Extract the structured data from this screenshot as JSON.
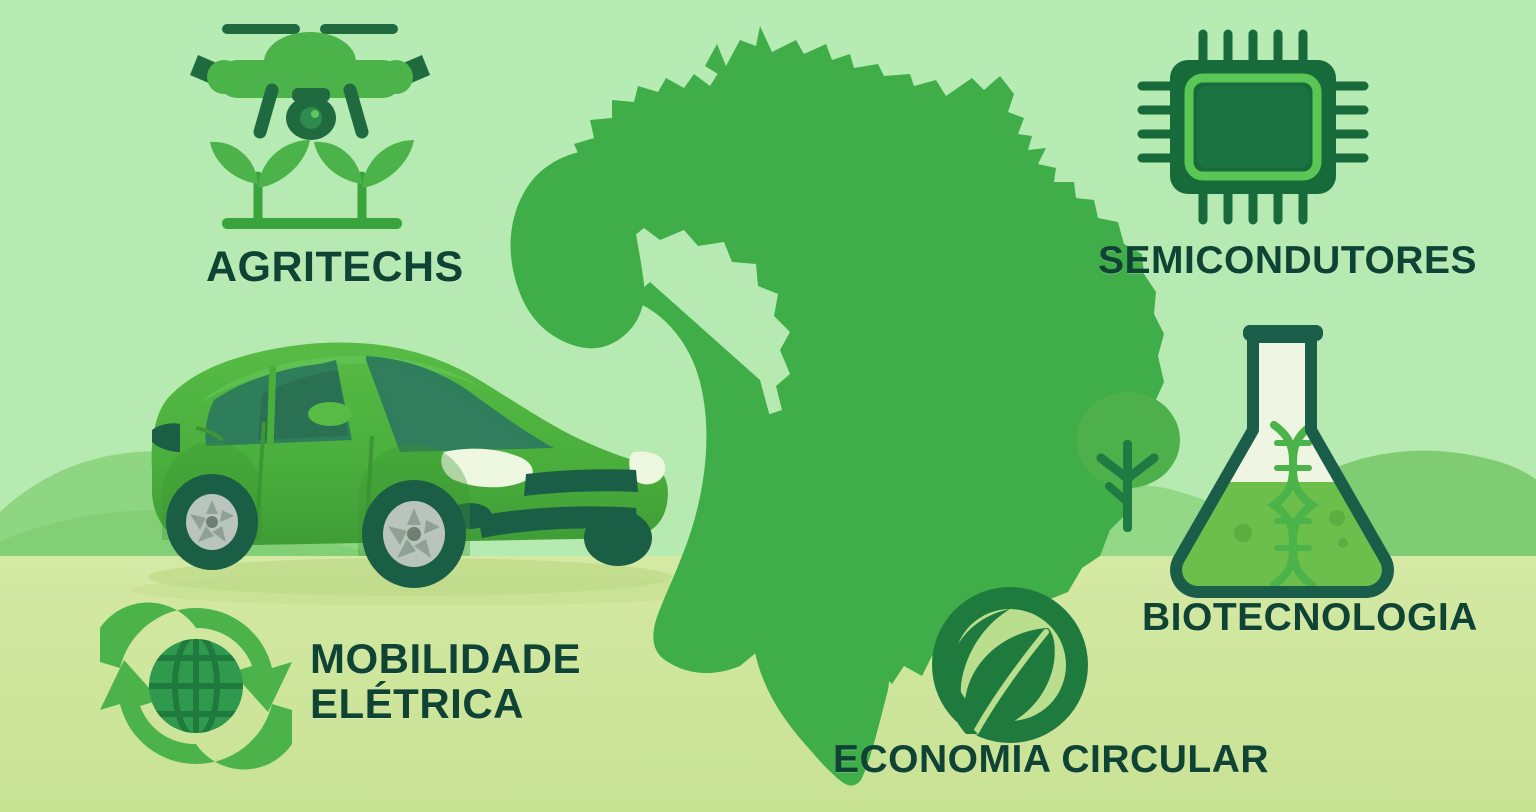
{
  "poster": {
    "title_hidden": "",
    "subject": "Brasil - setores de tecnologia verde",
    "map_region": "Brasil"
  },
  "palette": {
    "sky": "#b2e8b2",
    "ground": "#cde59a",
    "hill_back": "#8fd682",
    "hill_front": "#7fcc72",
    "map_green": "#3fae49",
    "icon_green": "#4cae4c",
    "icon_green_light": "#5cc65a",
    "icon_dark": "#176b3a",
    "text_dark": "#0f4434",
    "car_body": "#4caf3f",
    "car_dark": "#1b5e46",
    "glass": "#2e7d5b",
    "wheel_rim": "#b8c4bc",
    "headlight": "#eef7e0",
    "flask_liquid": "#6bbf4a",
    "flask_glass": "#eef5e2"
  },
  "labels": [
    {
      "id": "agritechs",
      "text": "AGRITECHS"
    },
    {
      "id": "semicondutores",
      "text": "SEMICONDUTORES"
    },
    {
      "id": "biotecnologia",
      "text": "BIOTECNOLOGIA"
    },
    {
      "id": "economia_circular",
      "text": "ECONOMIA CIRCULAR"
    },
    {
      "id": "mobilidade",
      "text": "MOBILIDADE\nELÉTRICA"
    }
  ],
  "icons": [
    {
      "id": "drone-plants-icon",
      "name": "drone-with-seedlings-icon",
      "label": "AGRITECHS"
    },
    {
      "id": "chip-icon",
      "name": "microchip-icon",
      "label": "SEMICONDUTORES"
    },
    {
      "id": "flask-dna-icon",
      "name": "flask-dna-icon",
      "label": "BIOTECNOLOGIA"
    },
    {
      "id": "circular-leaf-icon",
      "name": "circle-leaf-icon",
      "label": "ECONOMIA CIRCULAR"
    },
    {
      "id": "recycle-globe-icon",
      "name": "recycling-arrows-globe-icon",
      "label": "MOBILIDADE ELÉTRICA"
    },
    {
      "id": "car-illustration",
      "name": "electric-car-illustration",
      "label": "MOBILIDADE ELÉTRICA"
    },
    {
      "id": "brazil-map",
      "name": "brazil-map-silhouette",
      "label": "Brasil"
    },
    {
      "id": "tree-illustration",
      "name": "tree-icon",
      "label": ""
    }
  ]
}
